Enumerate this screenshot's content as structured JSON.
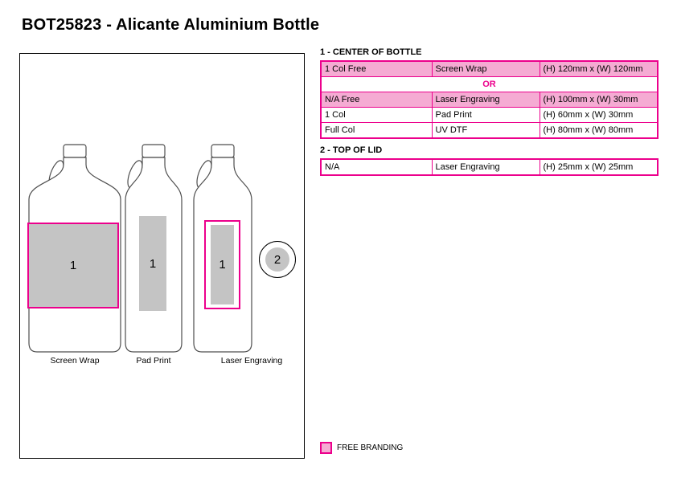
{
  "title": "BOT25823 - Alicante Aluminium Bottle",
  "diagram": {
    "areas": {
      "screen_wrap_marker": "1",
      "pad_print_marker": "1",
      "laser_marker": "1",
      "lid_marker": "2"
    },
    "captions": {
      "screen_wrap": "Screen Wrap",
      "pad_print": "Pad Print",
      "laser_engraving": "Laser Engraving"
    }
  },
  "center_table": {
    "heading": "1 - CENTER OF BOTTLE",
    "row1": [
      "1 Col Free",
      "Screen Wrap",
      "(H) 120mm x (W) 120mm"
    ],
    "or_label": "OR",
    "row2": [
      "N/A Free",
      "Laser Engraving",
      "(H) 100mm x (W) 30mm"
    ],
    "row3": [
      "1 Col",
      "Pad Print",
      "(H) 60mm x (W) 30mm"
    ],
    "row4": [
      "Full Col",
      "UV DTF",
      "(H) 80mm x (W) 80mm"
    ]
  },
  "lid_table": {
    "heading": "2 - TOP OF LID",
    "row1": [
      "N/A",
      "Laser Engraving",
      "(H) 25mm x (W) 25mm"
    ]
  },
  "legend": {
    "label": "FREE BRANDING"
  },
  "colors": {
    "magenta": "#EC008C",
    "pink_fill": "#F5ABD3",
    "gray_fill": "#C4C4C4"
  }
}
